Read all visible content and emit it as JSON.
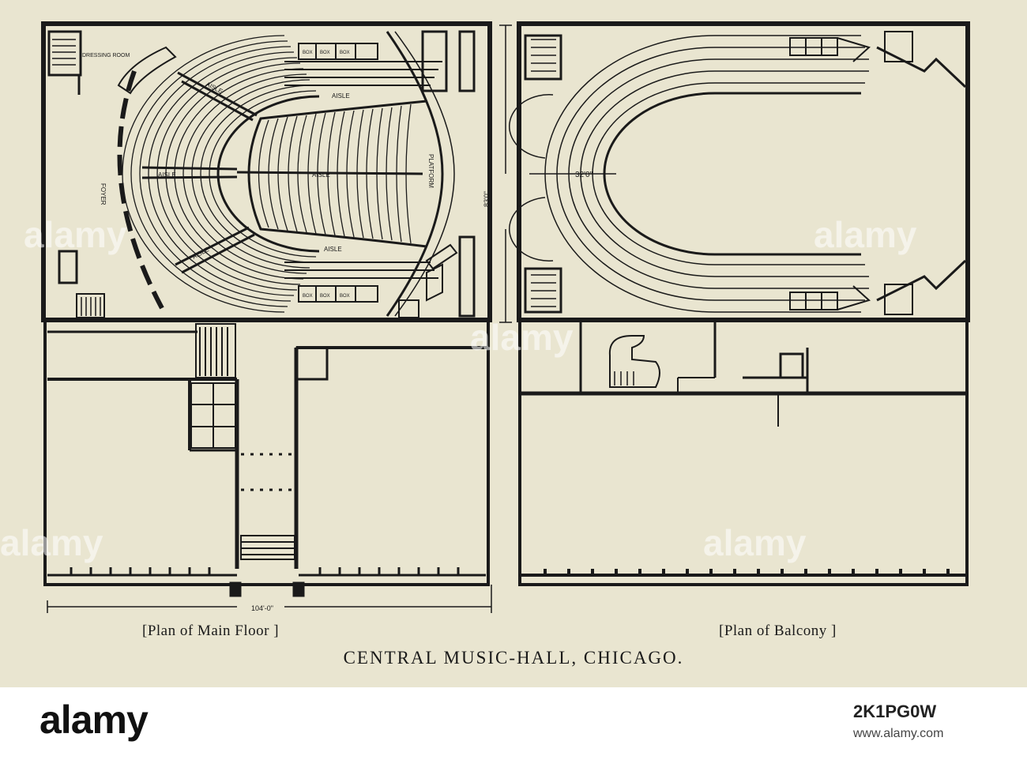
{
  "diagram": {
    "title": "CENTRAL MUSIC-HALL, CHICAGO.",
    "main_floor_caption": "[Plan of Main Floor ]",
    "balcony_caption": "[Plan of Balcony ]",
    "labels": {
      "dressing_room": "DRESSING ROOM",
      "foyer": "FOYER",
      "aisle": "AISLE",
      "platform": "PLATFORM",
      "box": "BOX",
      "width_dimension": "104'-0\"",
      "height_dimension": "83'0\"",
      "balcony_dimension": "32'0\""
    }
  },
  "watermark": {
    "brand": "alamy",
    "image_id": "2K1PG0W",
    "site": "www.alamy.com"
  }
}
